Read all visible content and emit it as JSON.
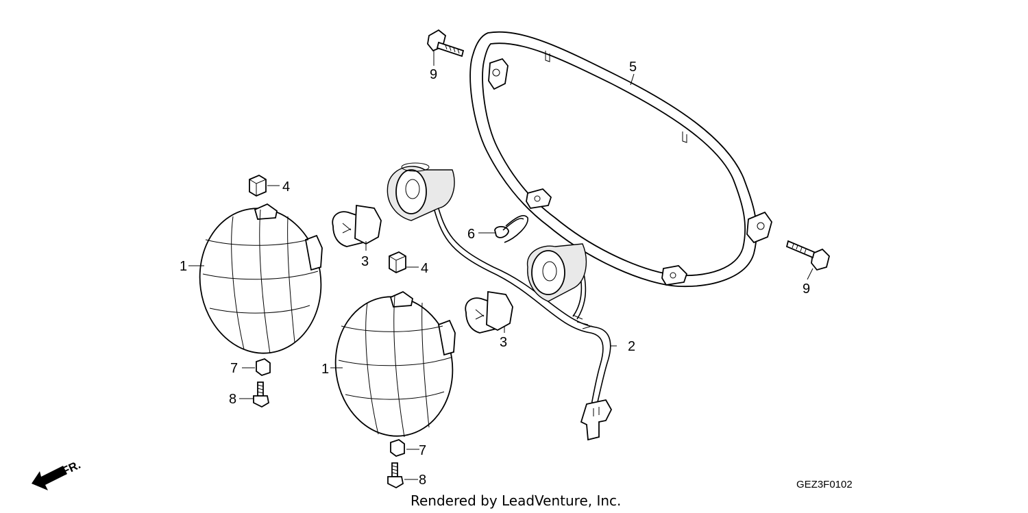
{
  "diagram": {
    "callouts": {
      "c1a": "1",
      "c1b": "1",
      "c2": "2",
      "c3a": "3",
      "c3b": "3",
      "c4a": "4",
      "c4b": "4",
      "c5": "5",
      "c6": "6",
      "c7a": "7",
      "c7b": "7",
      "c8a": "8",
      "c8b": "8",
      "c9a": "9",
      "c9b": "9"
    },
    "direction_label": "FR.",
    "diagram_code": "GEZ3F0102",
    "credit": "Rendered by LeadVenture, Inc."
  }
}
